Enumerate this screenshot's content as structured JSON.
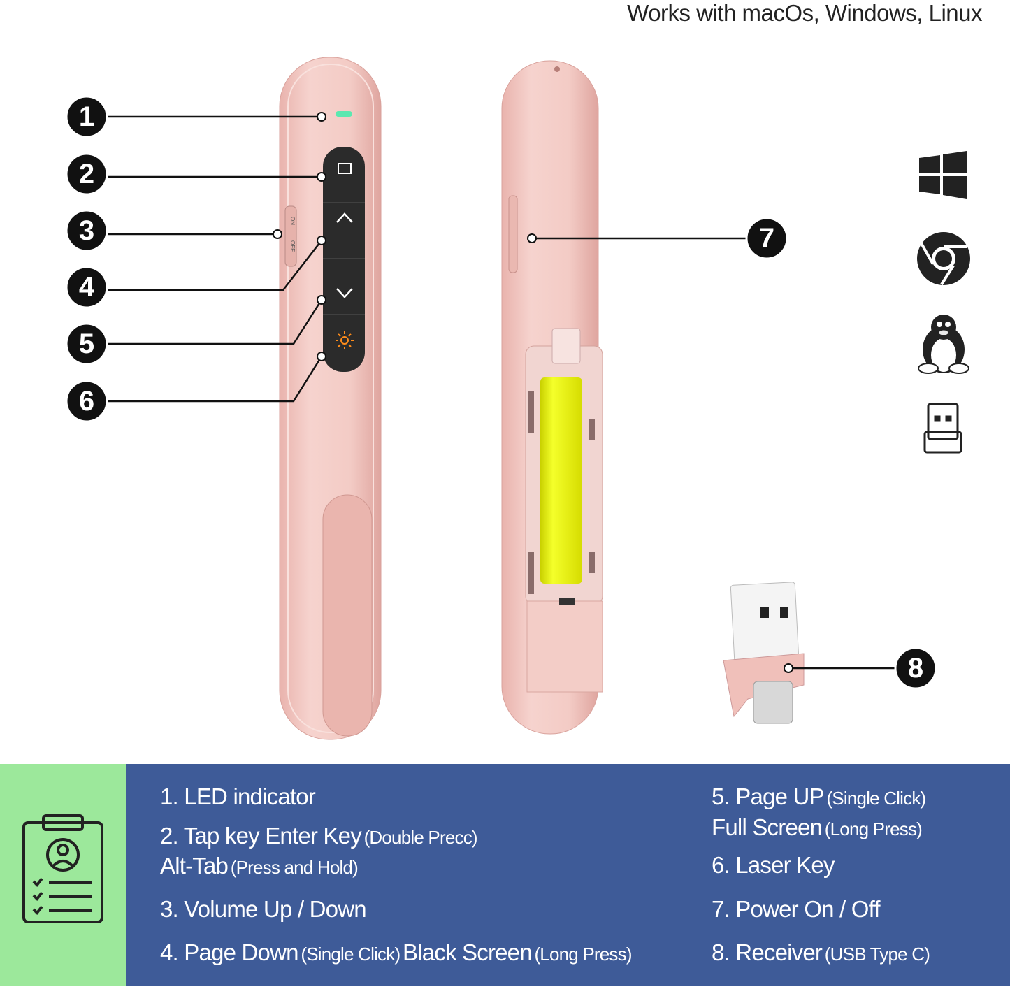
{
  "header": {
    "compatibility_text": "Works with macOs, Windows, Linux"
  },
  "callouts": [
    "1",
    "2",
    "3",
    "4",
    "5",
    "6",
    "7",
    "8"
  ],
  "device": {
    "switch_on": "ON",
    "switch_off": "OFF"
  },
  "os_icons": [
    "windows-icon",
    "chrome-icon",
    "linux-icon",
    "usb-receiver-icon"
  ],
  "colors": {
    "band_blue": "#3e5b98",
    "band_green": "#9ce89b",
    "device_pink": "#f2c8c2",
    "battery_yellow": "#e8f000"
  },
  "legend": {
    "left": [
      {
        "main": "1. LED indicator",
        "note": ""
      },
      {
        "main": "2. Tap key Enter Key",
        "note": "(Double Precc)"
      },
      {
        "main": "Alt-Tab",
        "note": "(Press and Hold)"
      },
      {
        "main": "3. Volume Up / Down",
        "note": ""
      },
      {
        "main": "4. Page Down",
        "note": "(Single Click)",
        "main2": "Black Screen",
        "note2": "(Long Press)"
      }
    ],
    "right": [
      {
        "main": "5. Page UP",
        "note": "(Single Click)"
      },
      {
        "main": "Full Screen",
        "note": "(Long Press)"
      },
      {
        "main": "6. Laser Key",
        "note": ""
      },
      {
        "main": "7. Power On / Off",
        "note": ""
      },
      {
        "main": "8. Receiver",
        "note": "(USB Type C)"
      }
    ]
  }
}
